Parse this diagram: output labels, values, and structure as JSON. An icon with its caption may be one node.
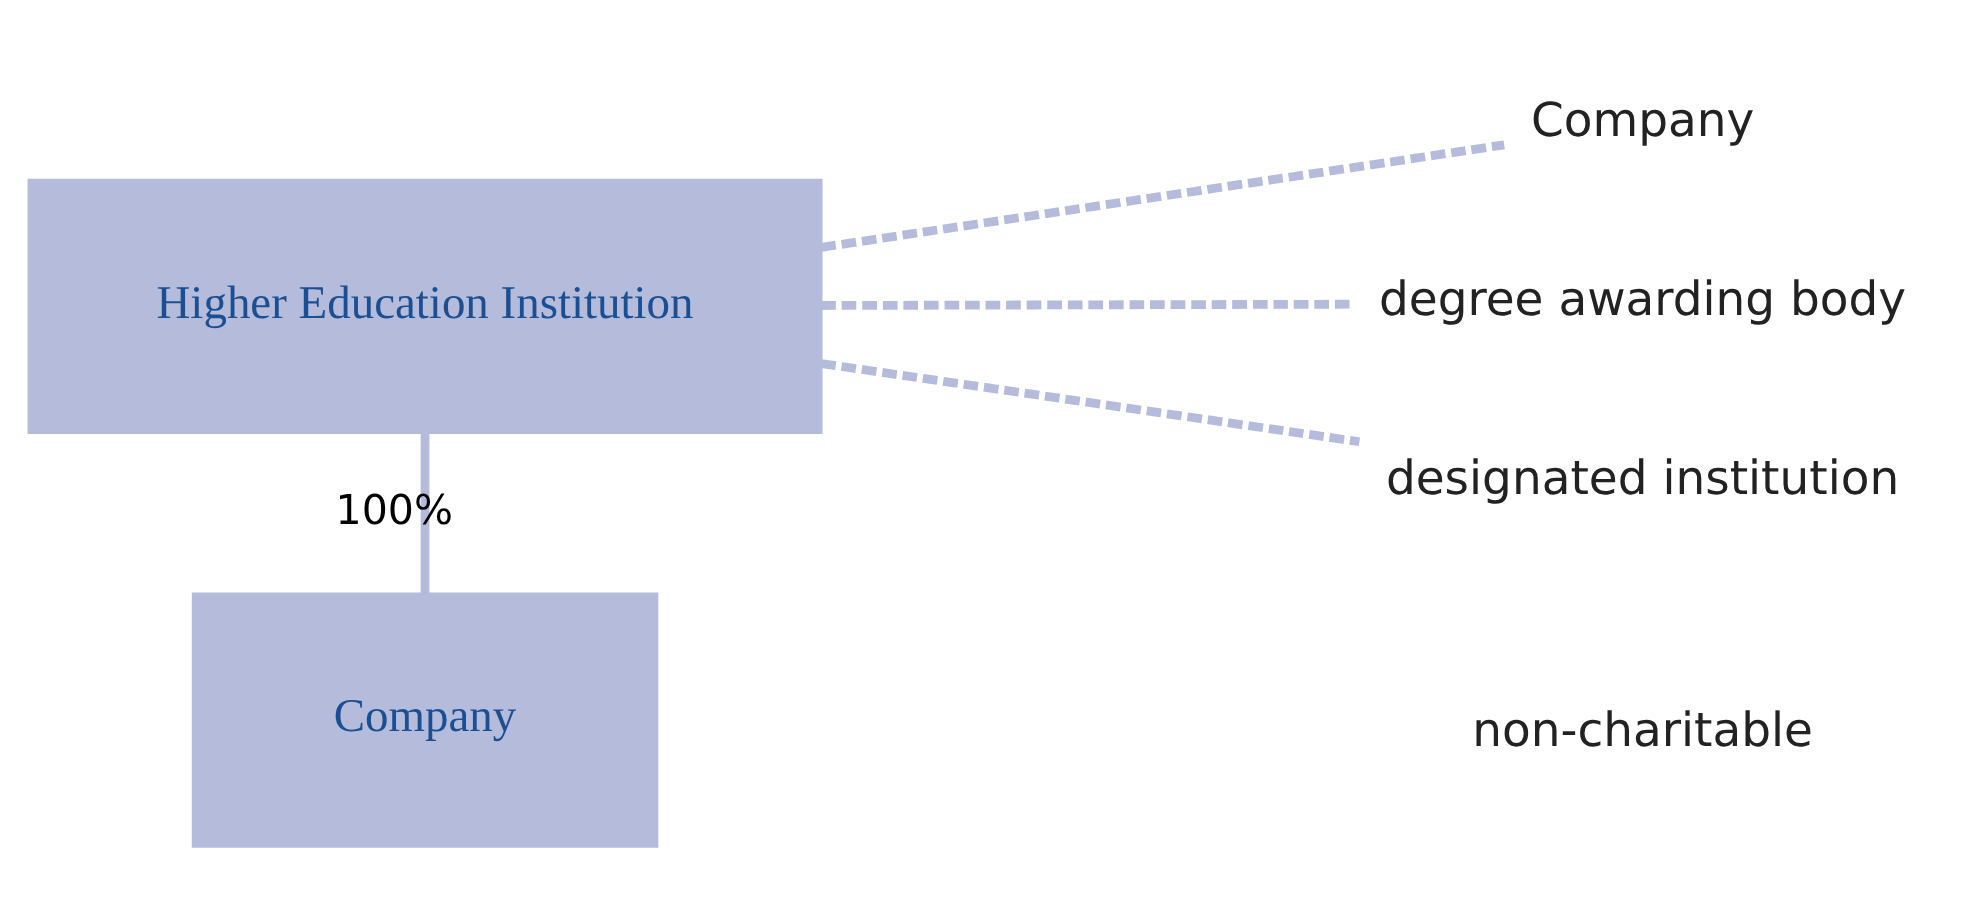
{
  "diagram": {
    "nodes": [
      {
        "text": [
          "Higher Education Institution"
        ]
      },
      {
        "text": [
          "Company"
        ]
      },
      {
        "text": [
          "Company"
        ]
      },
      {
        "text": [
          "degree awarding body"
        ]
      },
      {
        "text": [
          "designated institution"
        ]
      }
    ],
    "edges": [
      {
        "from": 0,
        "to": 2,
        "arrow": "none",
        "style": "dashed"
      },
      {
        "from": 0,
        "to": 3,
        "arrow": "none",
        "style": "dashed"
      },
      {
        "from": 0,
        "to": 4,
        "arrow": "none",
        "style": "dashed"
      },
      {
        "from": 0,
        "to": 1,
        "arrow": "none",
        "label": "100%"
      }
    ],
    "labels": [
      "non-charitable"
    ]
  }
}
